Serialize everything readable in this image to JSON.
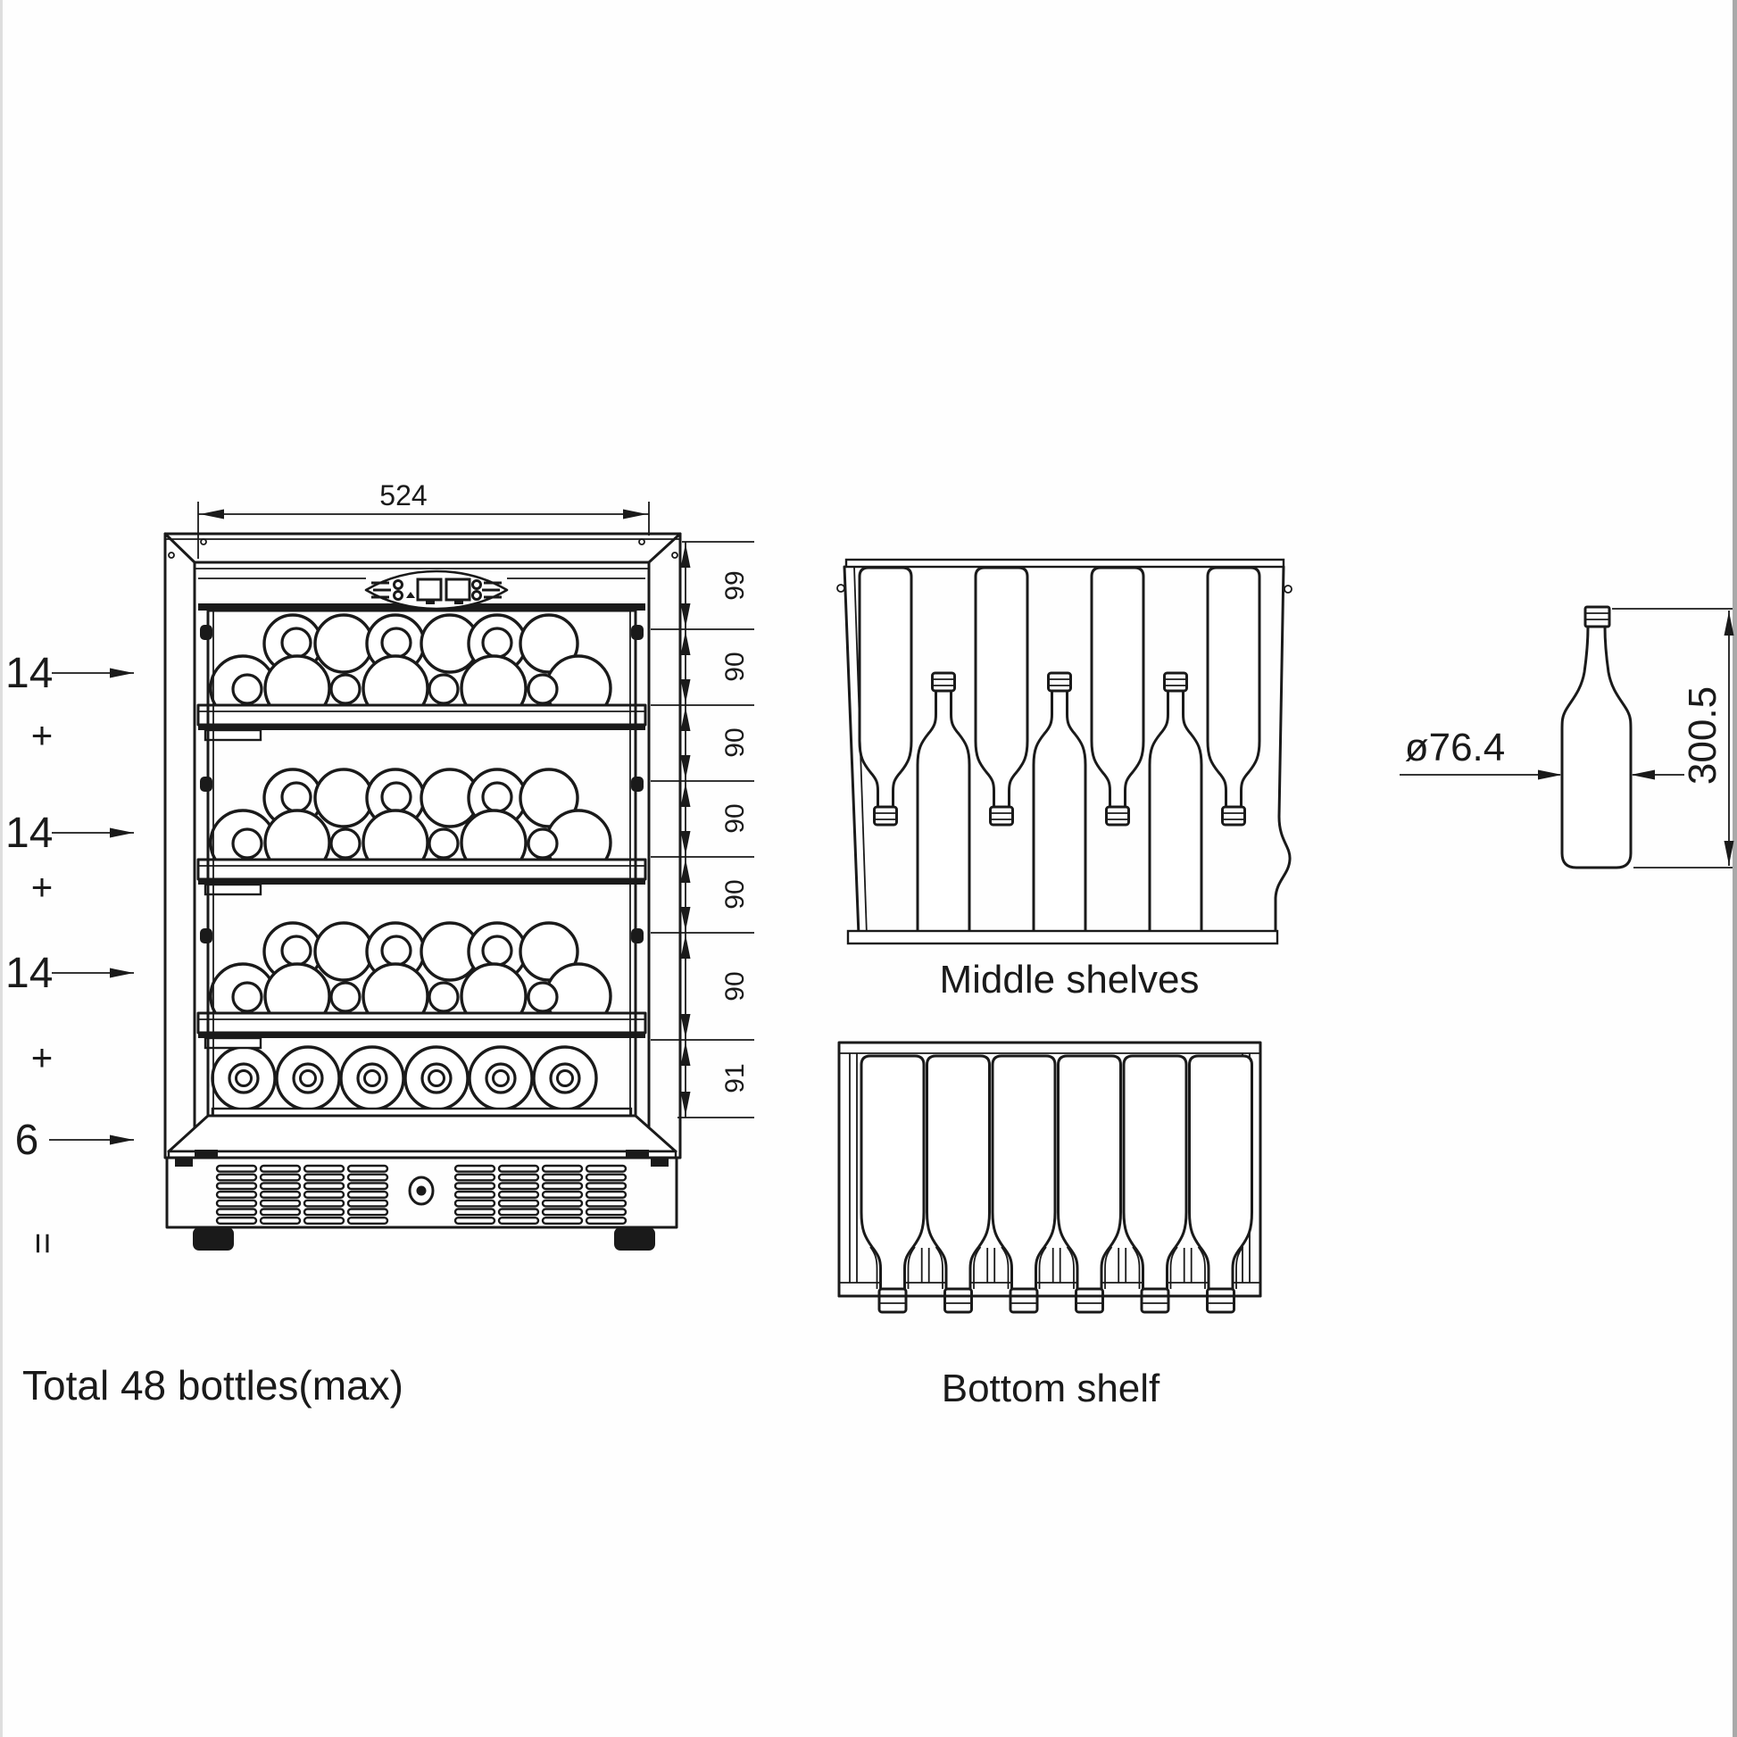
{
  "front_view": {
    "width_dim": "524",
    "height_dims": [
      "99",
      "90",
      "90",
      "90",
      "90",
      "90",
      "91"
    ],
    "capacity": {
      "shelf_counts": [
        "14",
        "14",
        "14"
      ],
      "bottom_count": "6",
      "plus": "+",
      "equals": "=",
      "total": "Total 48 bottles(max)"
    }
  },
  "middle_shelves": {
    "label": "Middle shelves"
  },
  "bottom_shelf": {
    "label": "Bottom shelf"
  },
  "bottle": {
    "diameter_dim": "ø76.4",
    "height_dim": "300.5"
  },
  "style": {
    "line_color": "#1a1a1a",
    "background": "#fefefe"
  }
}
